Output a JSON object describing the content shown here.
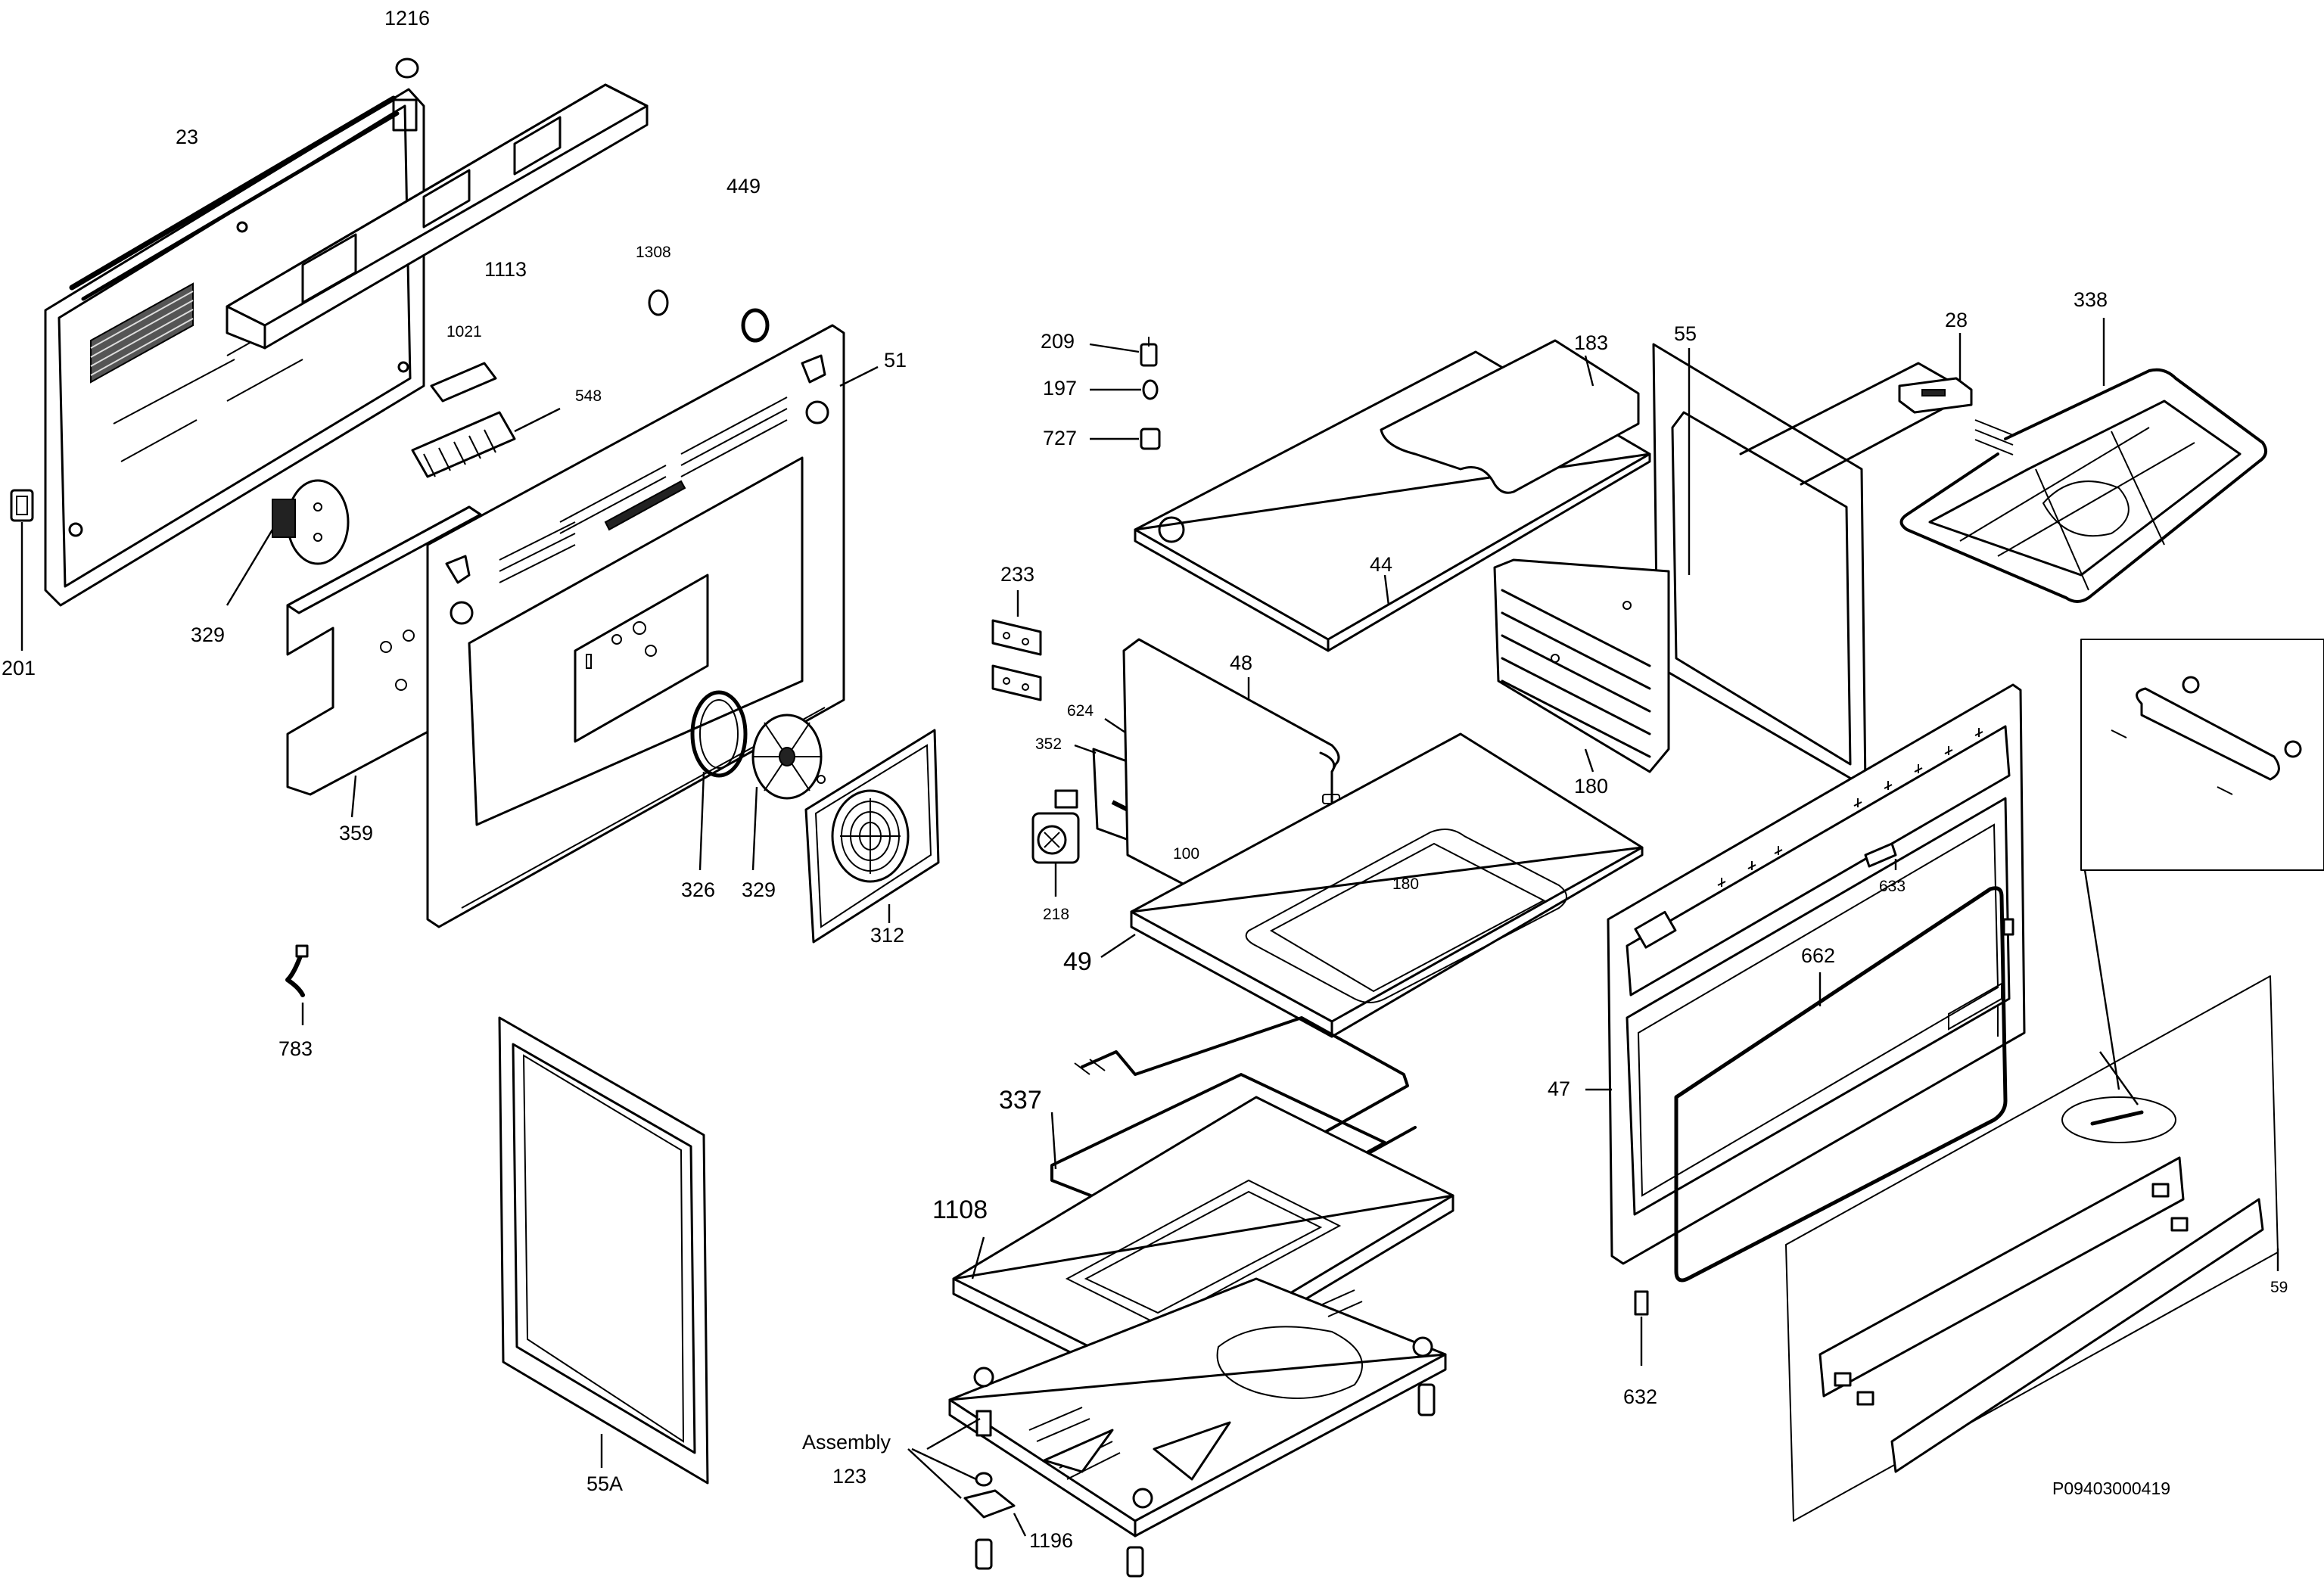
{
  "labels": {
    "p1216": "1216",
    "p23": "23",
    "p1113": "1113",
    "p449": "449",
    "p1308": "1308",
    "p1021": "1021",
    "p548": "548",
    "p51": "51",
    "p201": "201",
    "p329a": "329",
    "p359": "359",
    "p326": "326",
    "p329b": "329",
    "p312": "312",
    "p783": "783",
    "p55A": "55A",
    "p209": "209",
    "p197": "197",
    "p727": "727",
    "p233": "233",
    "p624": "624",
    "p352": "352",
    "p100": "100",
    "p218": "218",
    "p48": "48",
    "p180a": "180",
    "p49": "49",
    "p44": "44",
    "p183": "183",
    "p55": "55",
    "p180b": "180",
    "p28": "28",
    "p338": "338",
    "p633": "633",
    "p662": "662",
    "p47": "47",
    "p632": "632",
    "p337": "337",
    "p1108": "1108",
    "assembly": "Assembly",
    "p123": "123",
    "p1196": "1196",
    "p59": "59"
  },
  "drawing_code": "P09403000419",
  "icons": {
    "fan": "fan-blade-icon",
    "grille": "circular-grille-icon",
    "knob": "control-knob-icon"
  }
}
